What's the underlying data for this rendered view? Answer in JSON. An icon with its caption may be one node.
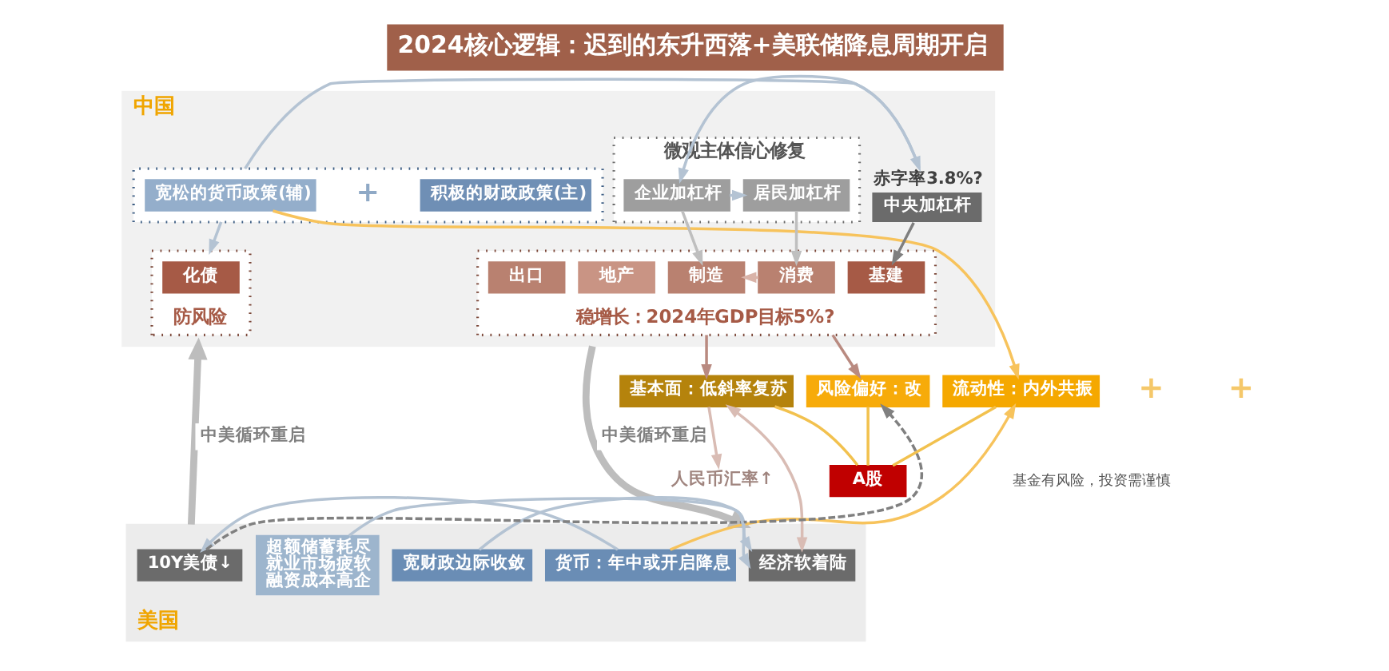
{
  "diagram": {
    "title": "2024核心逻辑：迟到的东升西落+美联储降息周期开启",
    "nodes": [
      {
        "text": [
          "中国"
        ]
      },
      {
        "text": [],
        "shape": "box",
        "in": 0
      },
      {
        "text": [
          "积极的财政政策(主)"
        ],
        "in": 1
      },
      {
        "text": [
          "宽松的货币政策(辅)"
        ],
        "in": 1
      },
      {
        "text": [
          "防风险"
        ],
        "in": 0
      },
      {
        "text": [
          "化债"
        ],
        "in": 4
      },
      {
        "text": [
          "中央加杠杆"
        ],
        "in": 0,
        "beside": [
          "赤字率3.8%?"
        ]
      },
      {
        "text": [
          "微观主体信心修复"
        ],
        "in": 0
      },
      {
        "text": [
          "企业加杠杆"
        ],
        "in": 7
      },
      {
        "text": [
          "居民加杠杆"
        ],
        "in": 7
      },
      {
        "text": [
          "稳增长：2024年GDP目标5%?"
        ],
        "in": 0
      },
      {
        "text": [
          "地产"
        ],
        "in": 10
      },
      {
        "text": [
          "基建"
        ],
        "in": 10
      },
      {
        "text": [
          "制造"
        ],
        "in": 10
      },
      {
        "text": [
          "消费"
        ],
        "in": 10
      },
      {
        "text": [
          "出口"
        ],
        "in": 10
      },
      {
        "text": [
          "流动性：内外共振"
        ]
      },
      {
        "text": [
          "基本面：低斜率复苏"
        ]
      },
      {
        "text": [
          "风险偏好：改"
        ]
      },
      {
        "text": [
          "A股"
        ]
      },
      {
        "text": [
          "人民币汇率↑"
        ]
      },
      {
        "text": [
          "美国"
        ]
      },
      {
        "text": [
          "货币：年中或开启降息"
        ],
        "in": 21
      },
      {
        "text": [
          "宽财政边际收敛"
        ],
        "in": 21
      },
      {
        "text": [
          "10Y美债↓"
        ],
        "in": 21
      },
      {
        "text": [
          "经济软着陆"
        ],
        "in": 21
      },
      {
        "text": [
          "超额储蓄耗尽",
          "就业市场疲软",
          "融资成本高企"
        ],
        "in": 21
      }
    ],
    "edges": [
      {
        "from": 1,
        "to": 4,
        "arrow": "to"
      },
      {
        "from": 1,
        "to": 6,
        "arrow": "to"
      },
      {
        "from": 6,
        "to": 8,
        "arrow": "to"
      },
      {
        "from": 8,
        "to": 9,
        "arrow": "to"
      },
      {
        "from": 6,
        "to": 12,
        "arrow": "to",
        "color": "#7f7f7f"
      },
      {
        "from": 8,
        "to": 13,
        "arrow": "to",
        "color": "#bfbfbf"
      },
      {
        "from": 9,
        "to": 14,
        "arrow": "to",
        "color": "#bfbfbf"
      },
      {
        "from": 14,
        "to": 13,
        "arrow": "to",
        "color": "#d9b3a8"
      },
      {
        "from": 3,
        "to": 16,
        "arrow": "to",
        "color": "#f7c35c"
      },
      {
        "from": 10,
        "to": 17,
        "arrow": "to",
        "color": "#b98a80"
      },
      {
        "from": 10,
        "to": 18,
        "arrow": "to",
        "color": "#b98a80"
      },
      {
        "from": 16,
        "to": 19,
        "arrow": "none",
        "color": "#f2c14e"
      },
      {
        "from": 17,
        "to": 19,
        "arrow": "none",
        "color": "#f2c14e"
      },
      {
        "from": 18,
        "to": 19,
        "arrow": "none",
        "color": "#f2c14e"
      },
      {
        "from": 17,
        "to": 25,
        "arrow": "both",
        "color": "#d9bcb4"
      },
      {
        "from": 17,
        "to": 20,
        "arrow": "to",
        "color": "#d9bcb4"
      },
      {
        "from": 22,
        "to": 16,
        "arrow": "to",
        "color": "#f7c35c"
      },
      {
        "from": 22,
        "to": 24,
        "arrow": "to"
      },
      {
        "from": 24,
        "to": 18,
        "arrow": "to",
        "style": "dashed",
        "color": "#808080"
      },
      {
        "from": 23,
        "to": 25,
        "arrow": "to"
      },
      {
        "from": 26,
        "to": 25,
        "arrow": "to"
      },
      {
        "from": 21,
        "to": 0,
        "arrow": "to",
        "label": "中美循环重启",
        "style": "thick",
        "color": "#bdbdbd"
      },
      {
        "from": 0,
        "to": 21,
        "arrow": "to",
        "label": "中美循环重启",
        "style": "thick",
        "color": "#bdbdbd"
      }
    ],
    "labels": [
      "+",
      "+",
      "+",
      "基金有风险，投资需谨慎"
    ]
  }
}
